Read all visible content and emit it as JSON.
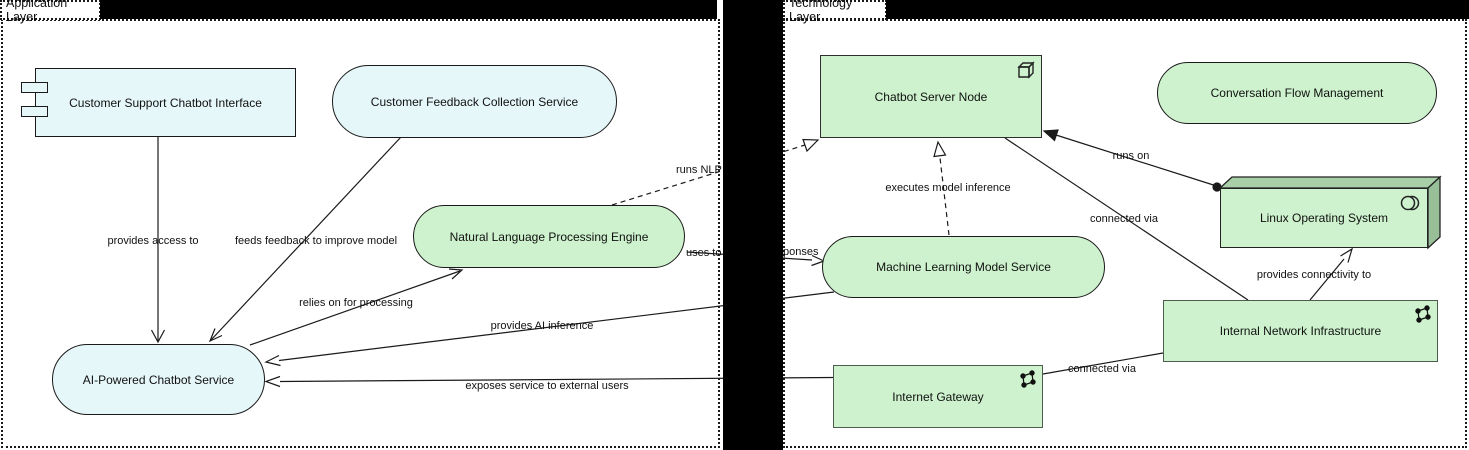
{
  "app_group": {
    "label": "Application Layer"
  },
  "tech_group": {
    "label": "Technology Layer"
  },
  "elements": {
    "component": "Customer Support Chatbot Interface",
    "feedback": "Customer Feedback Collection Service",
    "nlp": "Natural Language Processing Engine",
    "chatbot": "AI-Powered Chatbot Service",
    "server_node": "Chatbot Server Node",
    "conversation": "Conversation Flow Management",
    "ml": "Machine Learning Model Service",
    "linux": "Linux Operating System",
    "network": "Internal Network Infrastructure",
    "gateway": "Internet Gateway"
  },
  "relations": {
    "provides_access": "provides access to",
    "feeds_feedback": "feeds feedback to improve model",
    "relies_on": "relies on for processing",
    "runs_nlp": "runs NLP",
    "uses_to": "uses to",
    "responses_fragment": "ponses",
    "provides_inference": "provides AI inference",
    "exposes": "exposes service to external users",
    "executes": "executes model inference",
    "runs_on": "runs on",
    "connected_via_node": "connected via",
    "provides_connectivity": "provides connectivity to",
    "connected_via_gateway": "connected via"
  },
  "colors": {
    "application_fill": "#e6f7fa",
    "technology_fill": "#cdf2cd",
    "node_shade_top": "#a9cfa9",
    "node_shade_side": "#98bf98",
    "line": "#1a1a1a",
    "redaction": "#000000"
  }
}
